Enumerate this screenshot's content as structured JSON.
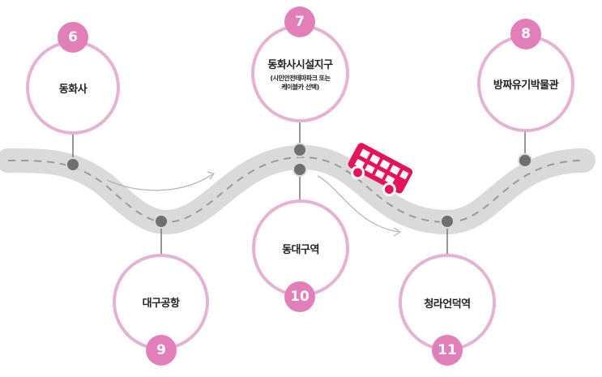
{
  "stops": [
    {
      "number": "6",
      "name": "동화사",
      "sub1": "",
      "sub2": ""
    },
    {
      "number": "7",
      "name": "동화사시설지구",
      "sub1": "(시민안전테마파크 또는",
      "sub2": "케이블카 선택)"
    },
    {
      "number": "8",
      "name": "방짜유기박물관",
      "sub1": "",
      "sub2": ""
    },
    {
      "number": "9",
      "name": "대구공항",
      "sub1": "",
      "sub2": ""
    },
    {
      "number": "10",
      "name": "동대구역",
      "sub1": "",
      "sub2": ""
    },
    {
      "number": "11",
      "name": "청라언덕역",
      "sub1": "",
      "sub2": ""
    }
  ],
  "colors": {
    "road": "#dadada",
    "dash": "#9a9a9a",
    "ring": "#e4b3d4",
    "badge": "#e27fb9",
    "node": "#6f6f6f",
    "bus": "#e5145a"
  },
  "icons": [
    "bus-icon",
    "arrow-icon"
  ]
}
